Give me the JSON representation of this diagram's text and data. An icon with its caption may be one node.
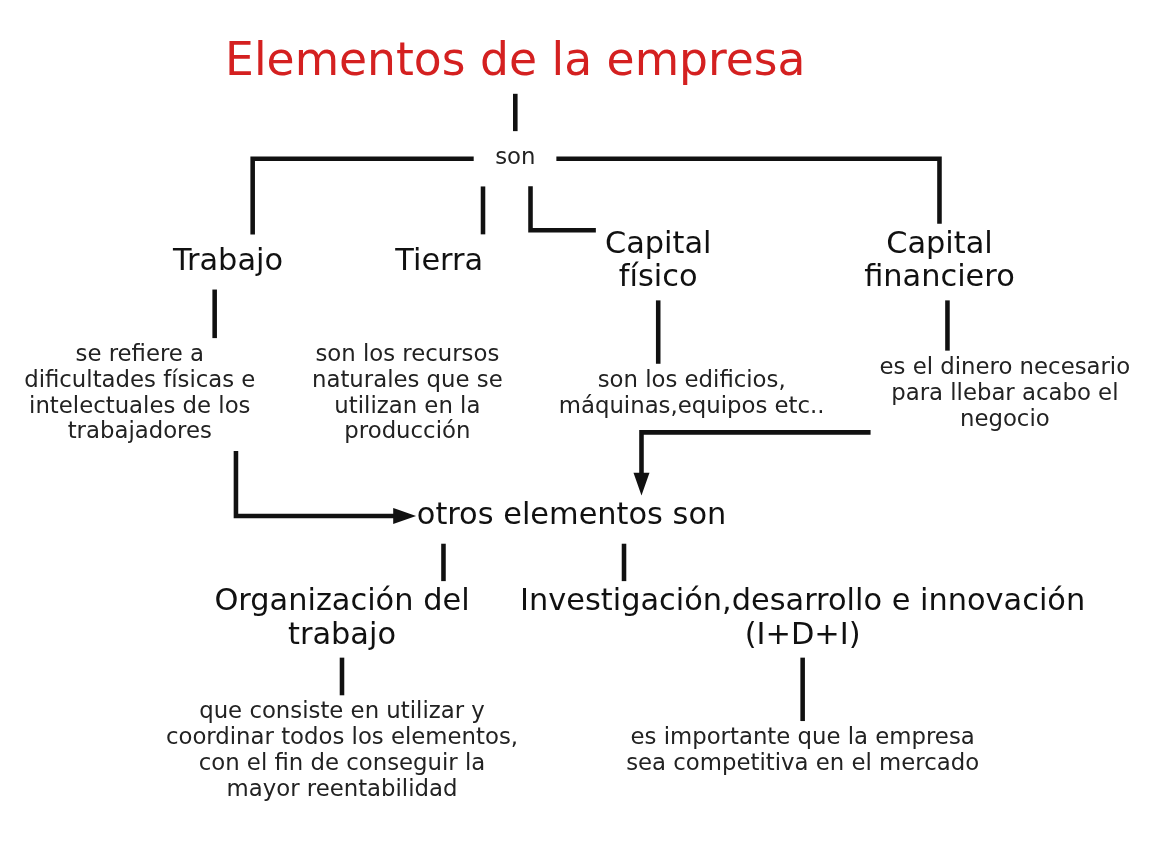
{
  "diagram": {
    "nodes": [
      {
        "text": [
          "Elementos de la empresa"
        ]
      },
      {
        "text": [
          "son"
        ]
      },
      {
        "text": [
          "Trabajo"
        ]
      },
      {
        "text": [
          "se refiere a dificultades físicas e intelectuales de los trabajadores"
        ]
      },
      {
        "text": [
          "Tierra"
        ]
      },
      {
        "text": [
          "son los recursos naturales que se utilizan en la producción"
        ]
      },
      {
        "text": [
          "Capital físico"
        ]
      },
      {
        "text": [
          "son los edificios, máquinas,equipos etc.."
        ]
      },
      {
        "text": [
          "Capital financiero"
        ]
      },
      {
        "text": [
          "es el dinero necesario para llebar acabo el negocio"
        ]
      },
      {
        "text": [
          "otros elementos son"
        ]
      },
      {
        "text": [
          "Organización del trabajo"
        ]
      },
      {
        "text": [
          "que consiste en utilizar y coordinar todos los elementos, con el fin de conseguir la mayor reentabilidad"
        ]
      },
      {
        "text": [
          "Investigación,desarrollo e innovación (I+D+I)"
        ]
      },
      {
        "text": [
          "es importante que la empresa sea competitiva en el mercado"
        ]
      }
    ],
    "edges": [
      {
        "from": 0,
        "to": 1,
        "arrow": "none"
      },
      {
        "from": 1,
        "to": 2,
        "arrow": "none"
      },
      {
        "from": 1,
        "to": 4,
        "arrow": "none"
      },
      {
        "from": 1,
        "to": 6,
        "arrow": "none"
      },
      {
        "from": 1,
        "to": 8,
        "arrow": "none"
      },
      {
        "from": 2,
        "to": 3,
        "arrow": "none"
      },
      {
        "from": 6,
        "to": 7,
        "arrow": "none"
      },
      {
        "from": 8,
        "to": 9,
        "arrow": "none"
      },
      {
        "from": 3,
        "to": 10,
        "arrow": "to"
      },
      {
        "from": 9,
        "to": 10,
        "arrow": "to"
      },
      {
        "from": 10,
        "to": 11,
        "arrow": "none"
      },
      {
        "from": 10,
        "to": 13,
        "arrow": "none"
      },
      {
        "from": 11,
        "to": 12,
        "arrow": "none"
      },
      {
        "from": 13,
        "to": 14,
        "arrow": "none"
      }
    ]
  }
}
